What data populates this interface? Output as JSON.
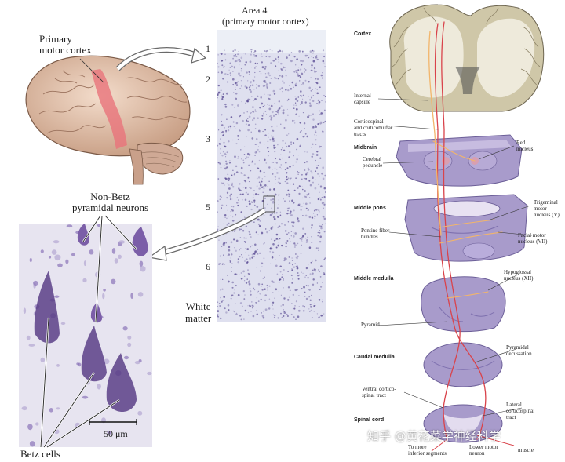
{
  "left_panel": {
    "brain_label": "Primary\nmotor cortex",
    "area_title_1": "Area 4",
    "area_title_2": "(primary motor cortex)",
    "layers": [
      "1",
      "2",
      "3",
      "5",
      "6"
    ],
    "white_matter": "White\nmatter",
    "non_betz_label": "Non-Betz\npyramidal neurons",
    "betz_label": "Betz cells",
    "scale_bar": "50 μm"
  },
  "right_panel": {
    "sections": {
      "cortex": "Cortex",
      "midbrain": "Midbrain",
      "middle_pons": "Middle pons",
      "middle_medulla": "Middle medulla",
      "caudal_medulla": "Caudal medulla",
      "spinal_cord": "Spinal cord"
    },
    "labels": {
      "internal_capsule": "Internal\ncapsule",
      "corticospinal_tracts": "Corticospinal\nand corticobulbar\ntracts",
      "cerebral_peduncle": "Cerebral\npeduncle",
      "red_nucleus": "Red\nnucleus",
      "trigeminal": "Trigeminal\nmotor\nnucleus (V)",
      "pontine_fiber": "Pontine fiber\nbundles",
      "facial_motor": "Facial motor\nnucleus (VII)",
      "hypoglossal": "Hypoglossal\nnucleus (XII)",
      "pyramid": "Pyramid",
      "pyramidal_decussation": "Pyramidal\ndecussation",
      "ventral_tract": "Ventral cortico-\nspinal tract",
      "lateral_tract": "Lateral\ncorticospinal\ntract",
      "to_more": "To more\ninferior segments",
      "lower_motor": "Lower motor\nneuron",
      "muscle": "muscle"
    }
  },
  "watermark": "知乎 @黄花菜学神经科学",
  "colors": {
    "tract_red": "#d9434b",
    "tract_orange": "#f2b56b",
    "stain_purple": "#6b4d97",
    "section_lavender": "#9c8fc0"
  }
}
